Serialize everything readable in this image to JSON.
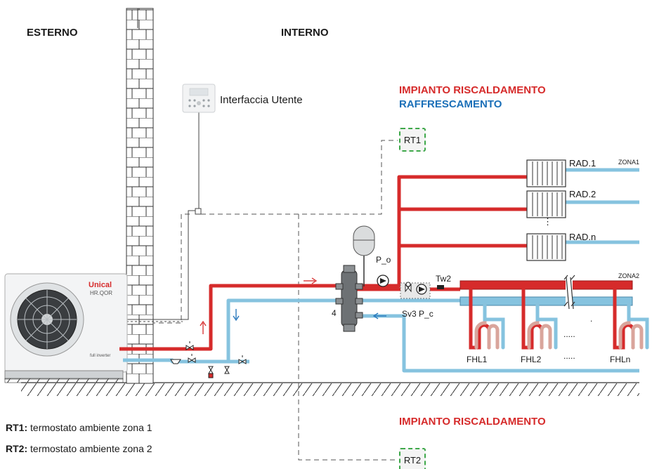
{
  "regions": {
    "outside": "ESTERNO",
    "inside": "INTERNO"
  },
  "titles": {
    "heating_top": "IMPIANTO RISCALDAMENTO",
    "cooling_top": "RAFFRESCAMENTO",
    "heating_bottom": "IMPIANTO RISCALDAMENTO"
  },
  "user_interface": {
    "label": "Interfaccia Utente"
  },
  "outdoor_unit": {
    "brand": "Unical",
    "model": "HR.QOR",
    "badge": "full inverter"
  },
  "thermostats": {
    "rt1": "RT1",
    "rt2": "RT2"
  },
  "zones": {
    "zone1": "ZONA1",
    "zone2": "ZONA2"
  },
  "radiators": [
    "RAD.1",
    "RAD.2",
    "RAD.n"
  ],
  "radiator_dots": "⋮",
  "floor_loops": [
    "FHL1",
    "FHL2",
    "FHLn"
  ],
  "floor_dots_upper": ".....",
  "floor_dots_lower": ".....",
  "floor_dot_single": ".",
  "components": {
    "pump_out": "P_o",
    "pump_c": "Sv3  P_c",
    "tw2": "Tw2",
    "separator_num": "4"
  },
  "legend": [
    {
      "key": "RT1:",
      "text": " termostato ambiente zona 1"
    },
    {
      "key": "RT2:",
      "text": " termostato ambiente zona 2"
    }
  ],
  "colors": {
    "hot": "#d62b2b",
    "cold": "#86c3df",
    "text_red": "#d62b2b",
    "text_blue": "#1a6fb8",
    "rt_border": "#3ea84a"
  }
}
